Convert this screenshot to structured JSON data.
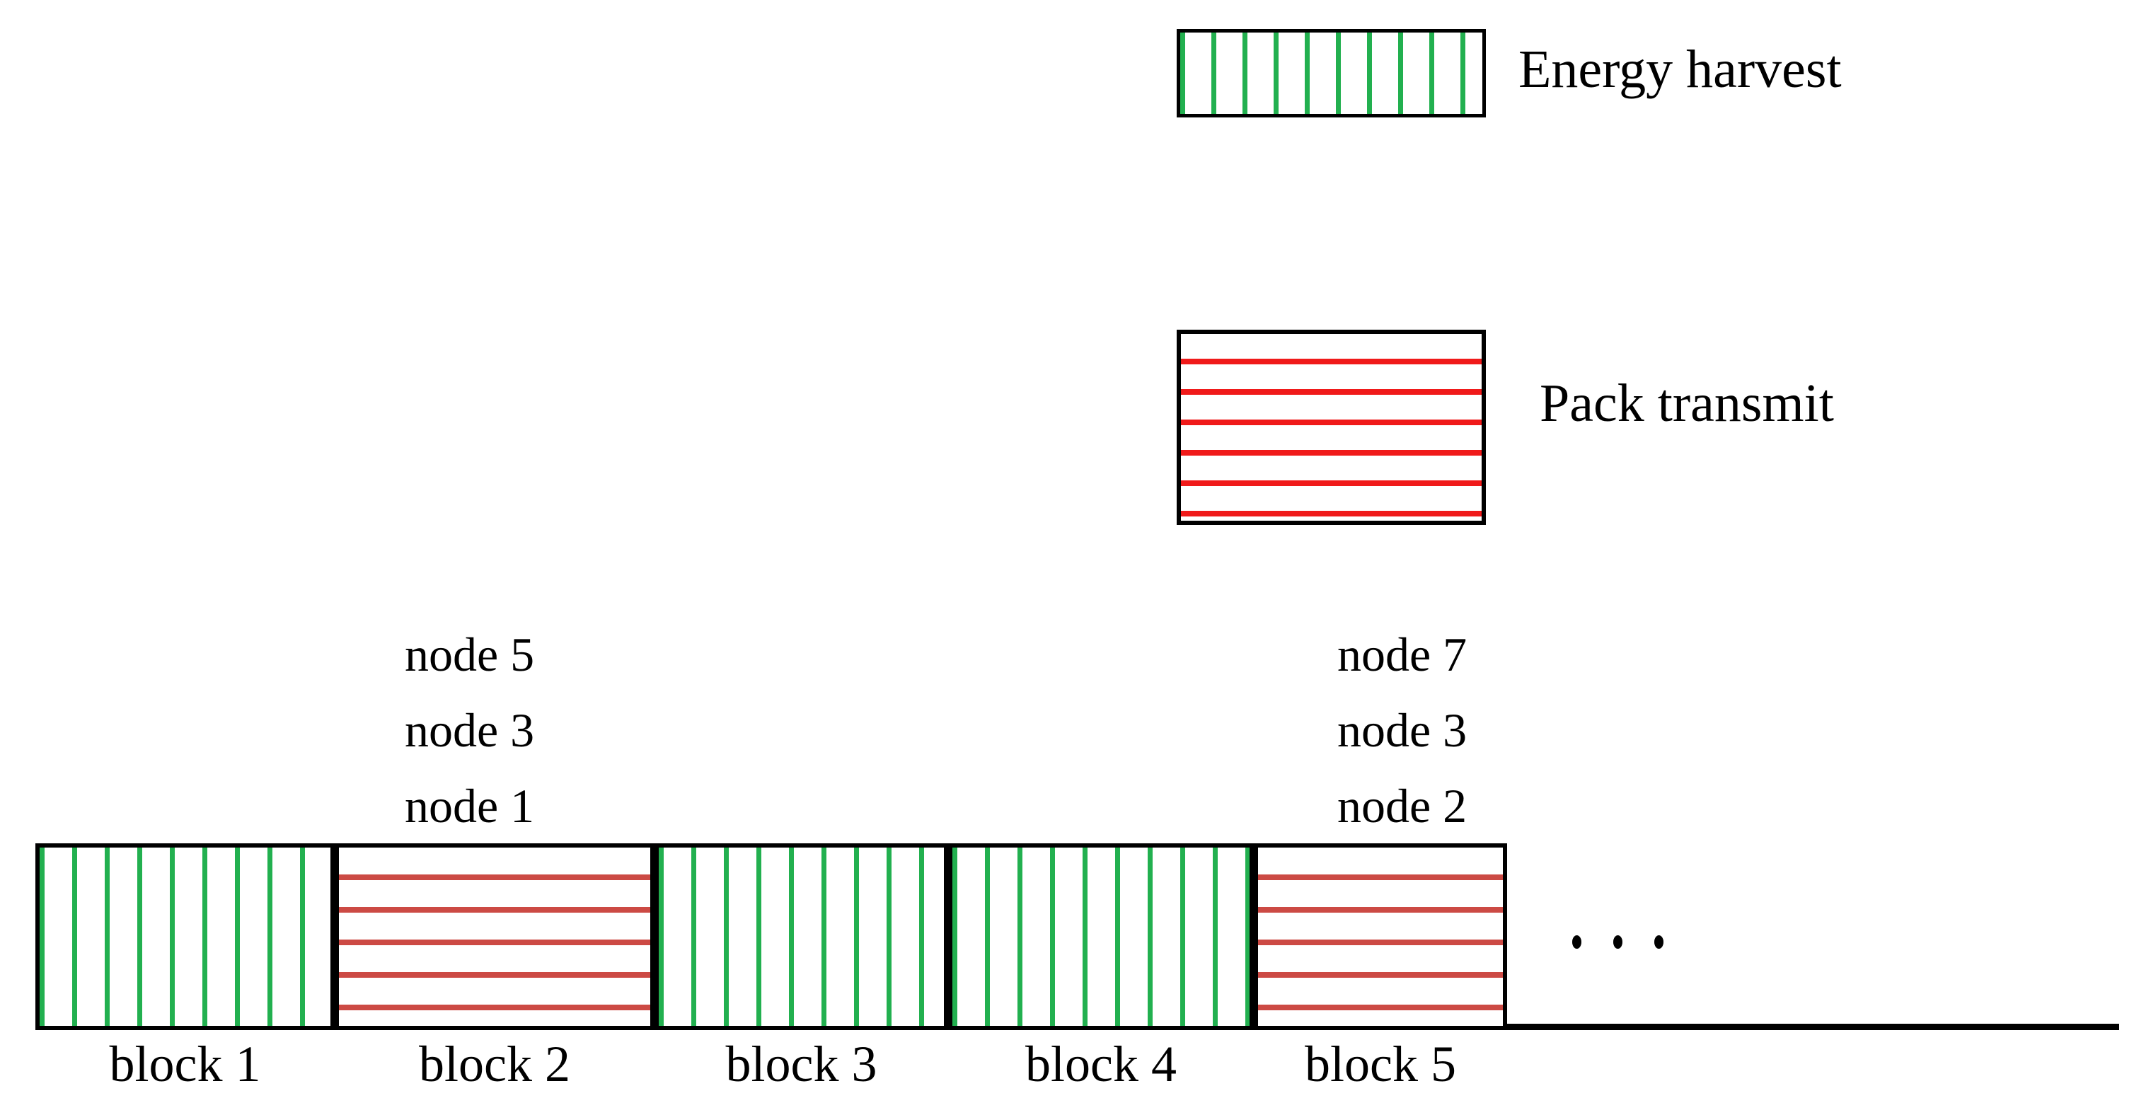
{
  "legend": {
    "items": [
      {
        "label": "Energy harvest",
        "pattern": "vertical-green-hatch",
        "color": "#22b04f"
      },
      {
        "label": "Pack transmit",
        "pattern": "horizontal-red-hatch",
        "color": "#f01a1a"
      }
    ]
  },
  "node_groups": [
    {
      "anchor_block": "block 2",
      "lines": [
        "node 5",
        "node 3",
        "node 1"
      ]
    },
    {
      "anchor_block": "block 5",
      "lines": [
        "node 7",
        "node 3",
        "node 2"
      ]
    }
  ],
  "timeline": {
    "blocks": [
      {
        "caption": "block 1",
        "type": "Energy harvest"
      },
      {
        "caption": "block 2",
        "type": "Pack transmit"
      },
      {
        "caption": "block 3",
        "type": "Energy harvest"
      },
      {
        "caption": "block 4",
        "type": "Energy harvest"
      },
      {
        "caption": "block 5",
        "type": "Pack transmit"
      }
    ],
    "continuation": "..."
  },
  "colors": {
    "energy_green": "#22b04f",
    "pack_red": "#f01a1a",
    "timeline_red": "#cc4a44",
    "outline": "#000000",
    "background": "#ffffff"
  }
}
